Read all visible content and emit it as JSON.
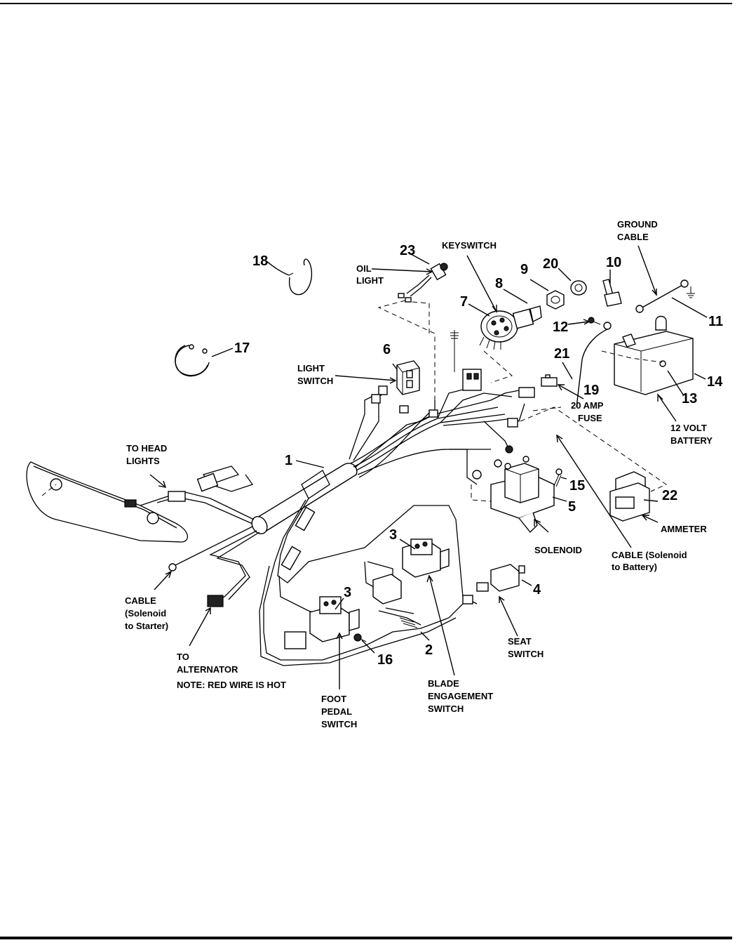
{
  "labels": {
    "ground_cable_1": "GROUND",
    "ground_cable_2": "CABLE",
    "keyswitch": "KEYSWITCH",
    "oil_light_1": "OIL",
    "oil_light_2": "LIGHT",
    "light_switch_1": "LIGHT",
    "light_switch_2": "SWITCH",
    "fuse_1": "20 AMP",
    "fuse_2": "FUSE",
    "battery_1": "12 VOLT",
    "battery_2": "BATTERY",
    "head_lights_1": "TO HEAD",
    "head_lights_2": "LIGHTS",
    "ammeter": "AMMETER",
    "solenoid": "SOLENOID",
    "cable_battery_1": "CABLE (Solenoid",
    "cable_battery_2": "to Battery)",
    "cable_starter_1": "CABLE",
    "cable_starter_2": "(Solenoid",
    "cable_starter_3": "to Starter)",
    "alternator_1": "TO",
    "alternator_2": "ALTERNATOR",
    "note": "NOTE: RED WIRE IS HOT",
    "seat_switch_1": "SEAT",
    "seat_switch_2": "SWITCH",
    "blade_1": "BLADE",
    "blade_2": "ENGAGEMENT",
    "blade_3": "SWITCH",
    "foot_1": "FOOT",
    "foot_2": "PEDAL",
    "foot_3": "SWITCH"
  },
  "callouts": {
    "n1": "1",
    "n2": "2",
    "n3a": "3",
    "n3b": "3",
    "n4": "4",
    "n5": "5",
    "n6": "6",
    "n7": "7",
    "n8": "8",
    "n9": "9",
    "n10": "10",
    "n11": "11",
    "n12": "12",
    "n13": "13",
    "n14": "14",
    "n15": "15",
    "n16": "16",
    "n17": "17",
    "n18": "18",
    "n19": "19",
    "n20": "20",
    "n21": "21",
    "n22": "22",
    "n23": "23"
  }
}
